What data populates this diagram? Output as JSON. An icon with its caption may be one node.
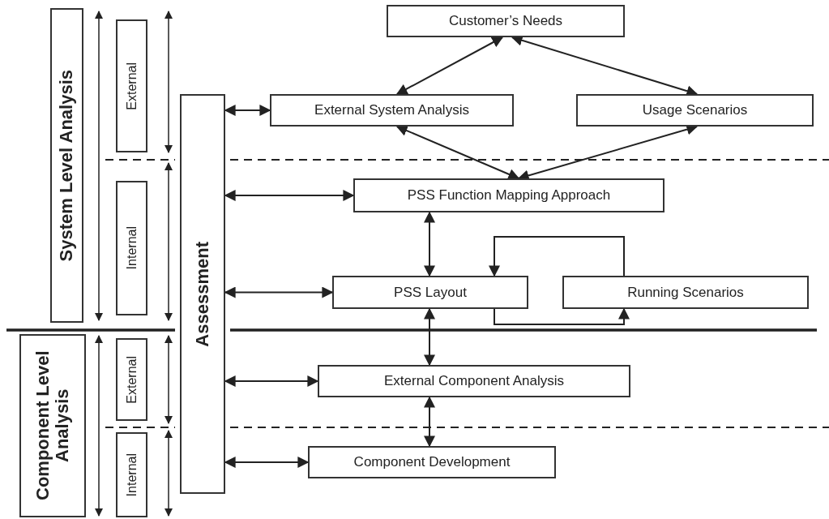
{
  "diagram": {
    "nodes": [
      {
        "text": [
          "System Level Analysis"
        ]
      },
      {
        "text": [
          "External"
        ]
      },
      {
        "text": [
          "Internal"
        ]
      },
      {
        "text": [
          "Component Level Analysis"
        ]
      },
      {
        "text": [
          "External"
        ]
      },
      {
        "text": [
          "Internal"
        ]
      },
      {
        "text": [
          "Assessment"
        ]
      },
      {
        "text": [
          "Customer’s Needs"
        ]
      },
      {
        "text": [
          "External System Analysis"
        ]
      },
      {
        "text": [
          "Usage Scenarios"
        ]
      },
      {
        "text": [
          "PSS Function Mapping Approach"
        ]
      },
      {
        "text": [
          "PSS Layout"
        ]
      },
      {
        "text": [
          "Running Scenarios"
        ]
      },
      {
        "text": [
          "External Component Analysis"
        ]
      },
      {
        "text": [
          "Component Development"
        ]
      }
    ],
    "edges": [
      {
        "from": 7,
        "to": 8,
        "arrow": "both"
      },
      {
        "from": 7,
        "to": 9,
        "arrow": "both"
      },
      {
        "from": 8,
        "to": 10,
        "arrow": "both"
      },
      {
        "from": 9,
        "to": 10,
        "arrow": "both"
      },
      {
        "from": 10,
        "to": 11,
        "arrow": "both"
      },
      {
        "from": 11,
        "to": 13,
        "arrow": "both"
      },
      {
        "from": 13,
        "to": 14,
        "arrow": "both"
      },
      {
        "from": 11,
        "to": 12,
        "arrow": "to"
      },
      {
        "from": 12,
        "to": 11,
        "arrow": "to"
      },
      {
        "from": 6,
        "to": 8,
        "arrow": "both"
      },
      {
        "from": 6,
        "to": 10,
        "arrow": "both"
      },
      {
        "from": 6,
        "to": 11,
        "arrow": "both"
      },
      {
        "from": 6,
        "to": 13,
        "arrow": "both"
      },
      {
        "from": 6,
        "to": 14,
        "arrow": "both"
      }
    ]
  }
}
